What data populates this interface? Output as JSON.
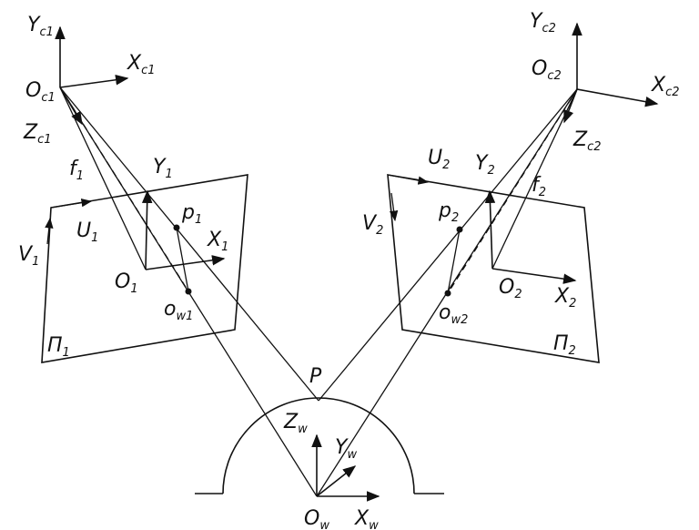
{
  "labels": {
    "yc1": {
      "main": "Y",
      "sub": "c1"
    },
    "xc1": {
      "main": "X",
      "sub": "c1"
    },
    "oc1": {
      "main": "O",
      "sub": "c1"
    },
    "zc1": {
      "main": "Z",
      "sub": "c1"
    },
    "f1": {
      "main": "f",
      "sub": "1"
    },
    "y1": {
      "main": "Y",
      "sub": "1"
    },
    "u1": {
      "main": "U",
      "sub": "1"
    },
    "v1": {
      "main": "V",
      "sub": "1"
    },
    "p1": {
      "main": "p",
      "sub": "1"
    },
    "x1": {
      "main": "X",
      "sub": "1"
    },
    "o1": {
      "main": "O",
      "sub": "1"
    },
    "ow1": {
      "main": "o",
      "sub": "w1"
    },
    "pi1": {
      "main": "Π",
      "sub": "1"
    },
    "yc2": {
      "main": "Y",
      "sub": "c2"
    },
    "oc2": {
      "main": "O",
      "sub": "c2"
    },
    "xc2": {
      "main": "X",
      "sub": "c2"
    },
    "zc2": {
      "main": "Z",
      "sub": "c2"
    },
    "u2": {
      "main": "U",
      "sub": "2"
    },
    "y2": {
      "main": "Y",
      "sub": "2"
    },
    "f2": {
      "main": "f",
      "sub": "2"
    },
    "v2": {
      "main": "V",
      "sub": "2"
    },
    "p2": {
      "main": "p",
      "sub": "2"
    },
    "o2": {
      "main": "O",
      "sub": "2"
    },
    "x2": {
      "main": "X",
      "sub": "2"
    },
    "ow2": {
      "main": "o",
      "sub": "w2"
    },
    "pi2": {
      "main": "Π",
      "sub": "2"
    },
    "p": {
      "main": "P",
      "sub": ""
    },
    "zw": {
      "main": "Z",
      "sub": "w"
    },
    "yw": {
      "main": "Y",
      "sub": "w"
    },
    "ow": {
      "main": "O",
      "sub": "w"
    },
    "xw": {
      "main": "X",
      "sub": "w"
    }
  }
}
